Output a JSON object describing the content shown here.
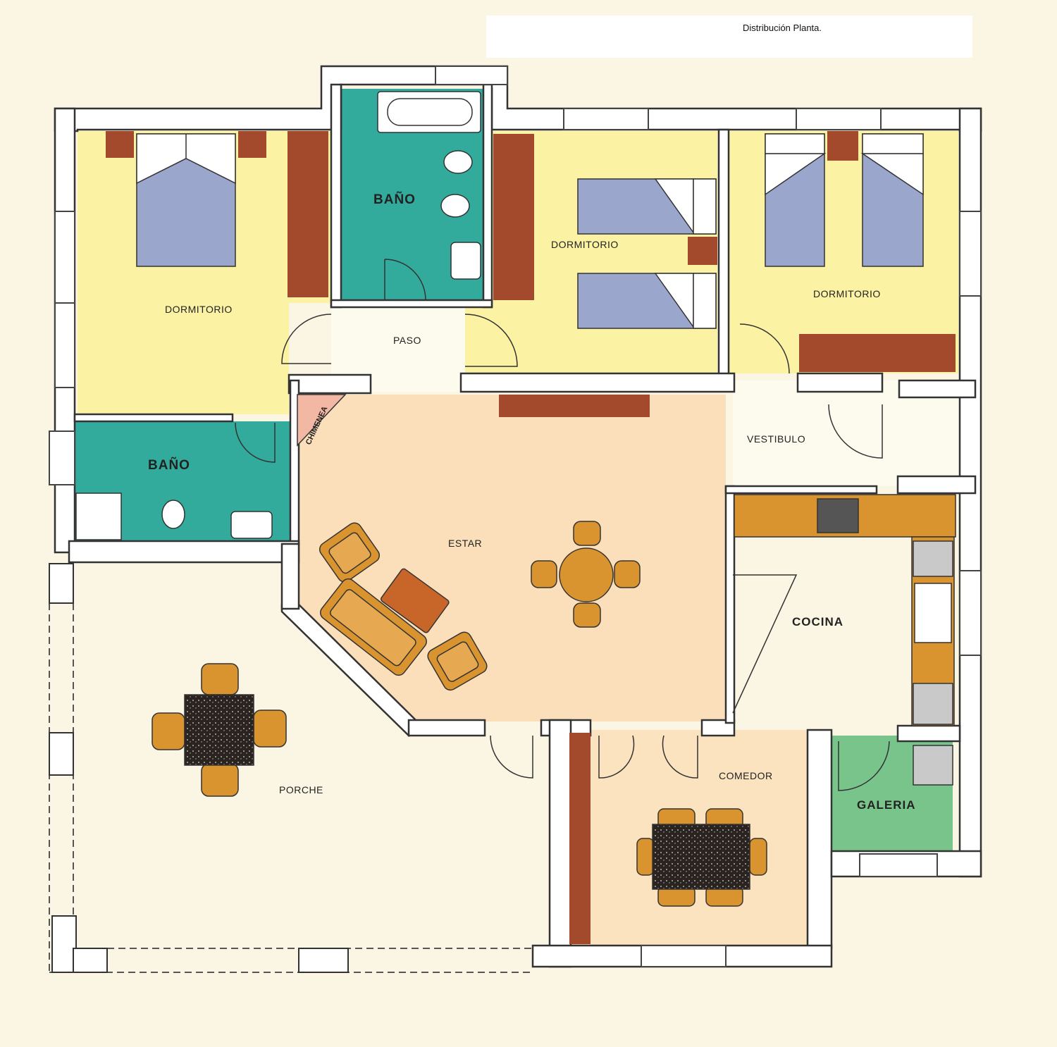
{
  "title": "Distribución Planta.",
  "rooms": {
    "dormitorio_1": "DORMITORIO",
    "bano_1": "BAÑO",
    "dormitorio_2": "DORMITORIO",
    "dormitorio_3": "DORMITORIO",
    "paso": "PASO",
    "bano_2": "BAÑO",
    "chimenea": "CHIMENEA",
    "vestibulo": "VESTIBULO",
    "estar": "ESTAR",
    "cocina": "COCINA",
    "porche": "PORCHE",
    "comedor": "COMEDOR",
    "galeria": "GALERIA"
  },
  "colors": {
    "dormitorio": "#fbf3a3",
    "bano": "#33ab9c",
    "estar": "#fbdfba",
    "cocina": "#79c48b",
    "comedor": "#fbe3c0",
    "porche": "#fbf6e3",
    "paso": "#fdfbee",
    "wall": "#ffffff",
    "wardrobe": "#a34a2c",
    "bed": "#9ba6cc",
    "furniture": "#d9932f",
    "table": "#2a2320"
  }
}
